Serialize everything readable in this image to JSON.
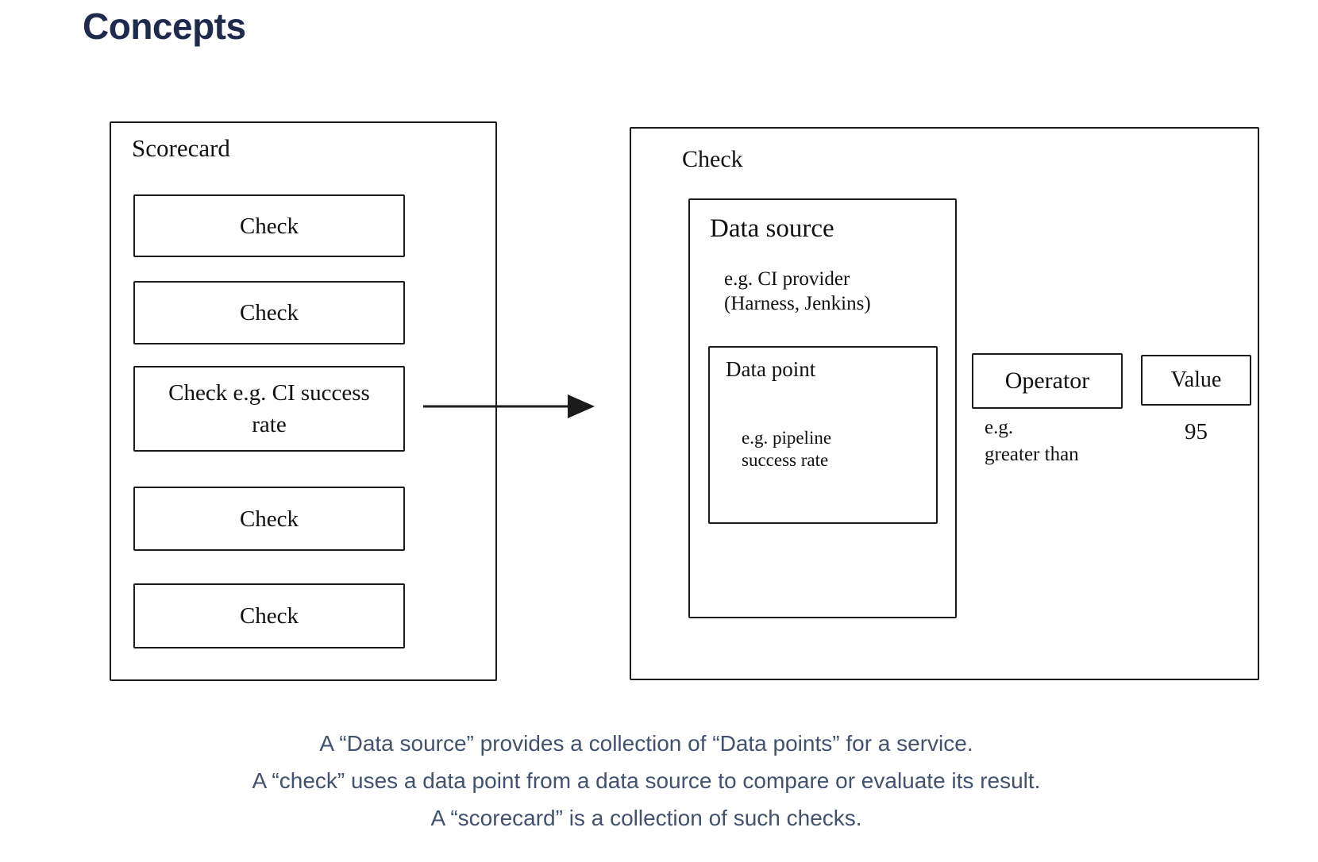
{
  "page": {
    "title": "Concepts"
  },
  "diagram": {
    "scorecard": {
      "label": "Scorecard",
      "checks": [
        "Check",
        "Check",
        "Check e.g. CI success rate",
        "Check",
        "Check"
      ]
    },
    "check_detail": {
      "label": "Check",
      "data_source": {
        "label": "Data source",
        "example_lines": [
          "e.g. CI provider",
          "(Harness, Jenkins)"
        ],
        "data_point": {
          "label": "Data point",
          "example_lines": [
            "e.g. pipeline",
            "success rate"
          ]
        }
      },
      "operator": {
        "label": "Operator",
        "example_lines": [
          "e.g.",
          "greater than"
        ]
      },
      "value": {
        "label": "Value",
        "example": "95"
      }
    }
  },
  "caption": {
    "line1": "A “Data source” provides a collection of “Data points” for a service.",
    "line2": "A “check” uses a data point from a data source to compare or evaluate its result.",
    "line3": "A “scorecard” is a collection of such checks."
  },
  "colors": {
    "heading_text": "#1F2B4C",
    "body_text": "#42526E",
    "diagram_stroke": "#1b1b1b",
    "background": "#ffffff"
  }
}
